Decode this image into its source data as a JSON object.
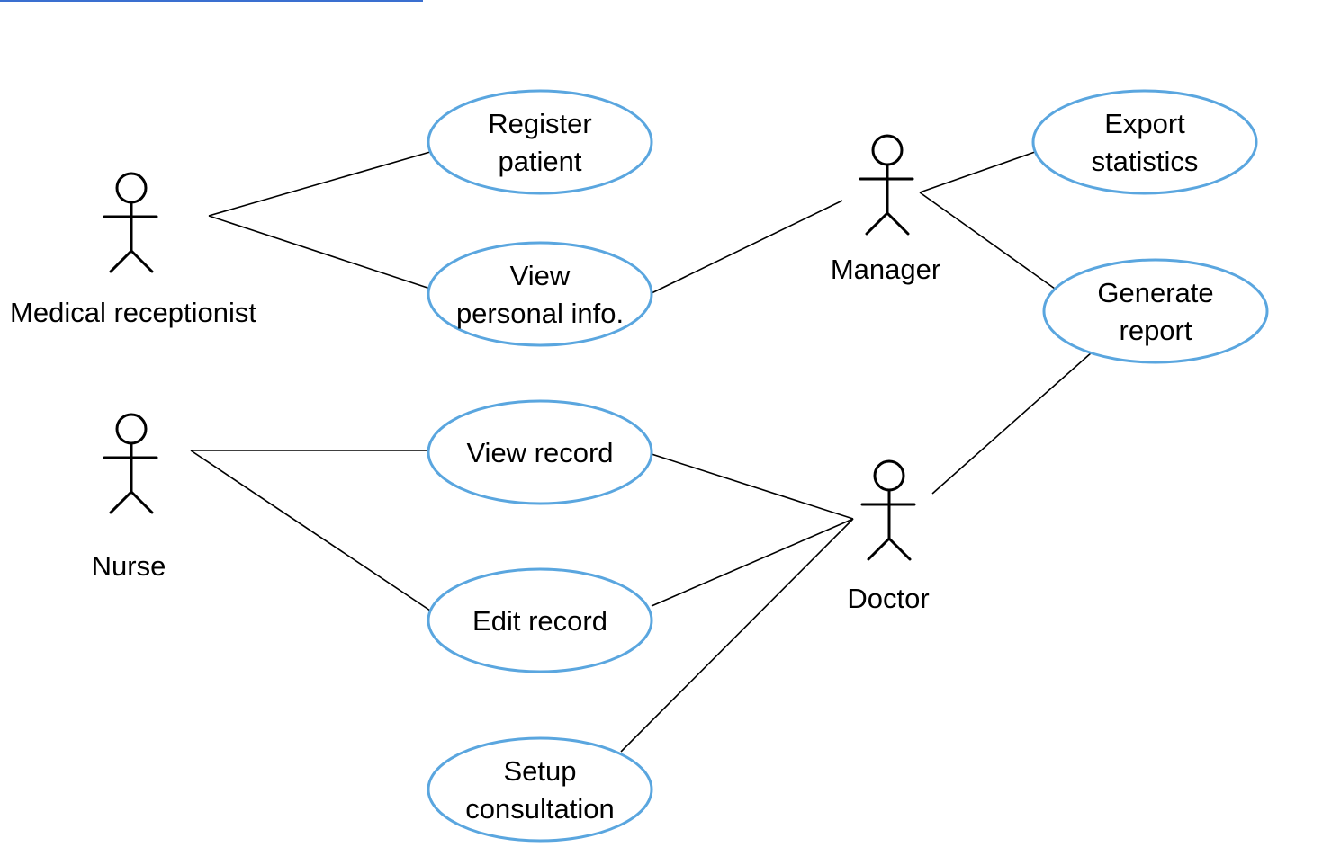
{
  "actors": [
    {
      "id": "receptionist",
      "label": "Medical receptionist"
    },
    {
      "id": "nurse",
      "label": "Nurse"
    },
    {
      "id": "manager",
      "label": "Manager"
    },
    {
      "id": "doctor",
      "label": "Doctor"
    }
  ],
  "use_cases": [
    {
      "id": "register",
      "lines": [
        "Register",
        "patient"
      ]
    },
    {
      "id": "viewinfo",
      "lines": [
        "View",
        "personal info."
      ]
    },
    {
      "id": "viewrecord",
      "lines": [
        "View record"
      ]
    },
    {
      "id": "editrecord",
      "lines": [
        "Edit record"
      ]
    },
    {
      "id": "setup",
      "lines": [
        "Setup",
        "consultation"
      ]
    },
    {
      "id": "export",
      "lines": [
        "Export",
        "statistics"
      ]
    },
    {
      "id": "report",
      "lines": [
        "Generate",
        "report"
      ]
    }
  ],
  "associations": [
    [
      "receptionist",
      "register"
    ],
    [
      "receptionist",
      "viewinfo"
    ],
    [
      "manager",
      "viewinfo"
    ],
    [
      "manager",
      "export"
    ],
    [
      "manager",
      "report"
    ],
    [
      "nurse",
      "viewrecord"
    ],
    [
      "nurse",
      "editrecord"
    ],
    [
      "doctor",
      "viewrecord"
    ],
    [
      "doctor",
      "editrecord"
    ],
    [
      "doctor",
      "setup"
    ],
    [
      "doctor",
      "report"
    ]
  ],
  "colors": {
    "use_case_border": "#5aa6df",
    "top_rule": "#3a6fd0"
  }
}
